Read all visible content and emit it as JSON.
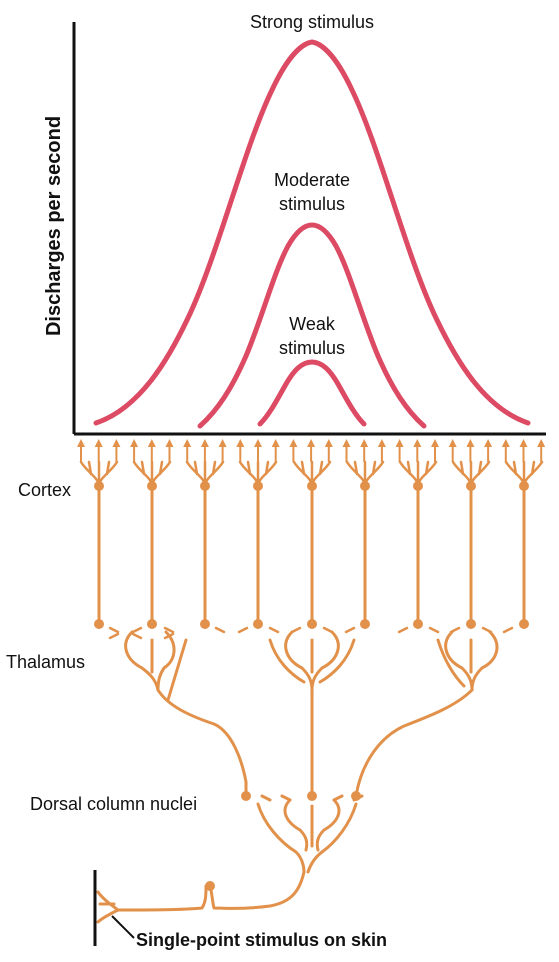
{
  "colors": {
    "curve": "#dc4a64",
    "neuron": "#e2914a",
    "axis": "#111111"
  },
  "graph": {
    "ylabel": "Discharges per second",
    "curves": [
      {
        "id": "strong",
        "lines": [
          "Strong stimulus"
        ]
      },
      {
        "id": "moderate",
        "lines": [
          "Moderate",
          "stimulus"
        ]
      },
      {
        "id": "weak",
        "lines": [
          "Weak",
          "stimulus"
        ]
      }
    ]
  },
  "levels": {
    "cortex": "Cortex",
    "thalamus": "Thalamus",
    "dorsal": "Dorsal column nuclei",
    "skin": "Single-point stimulus on skin"
  }
}
